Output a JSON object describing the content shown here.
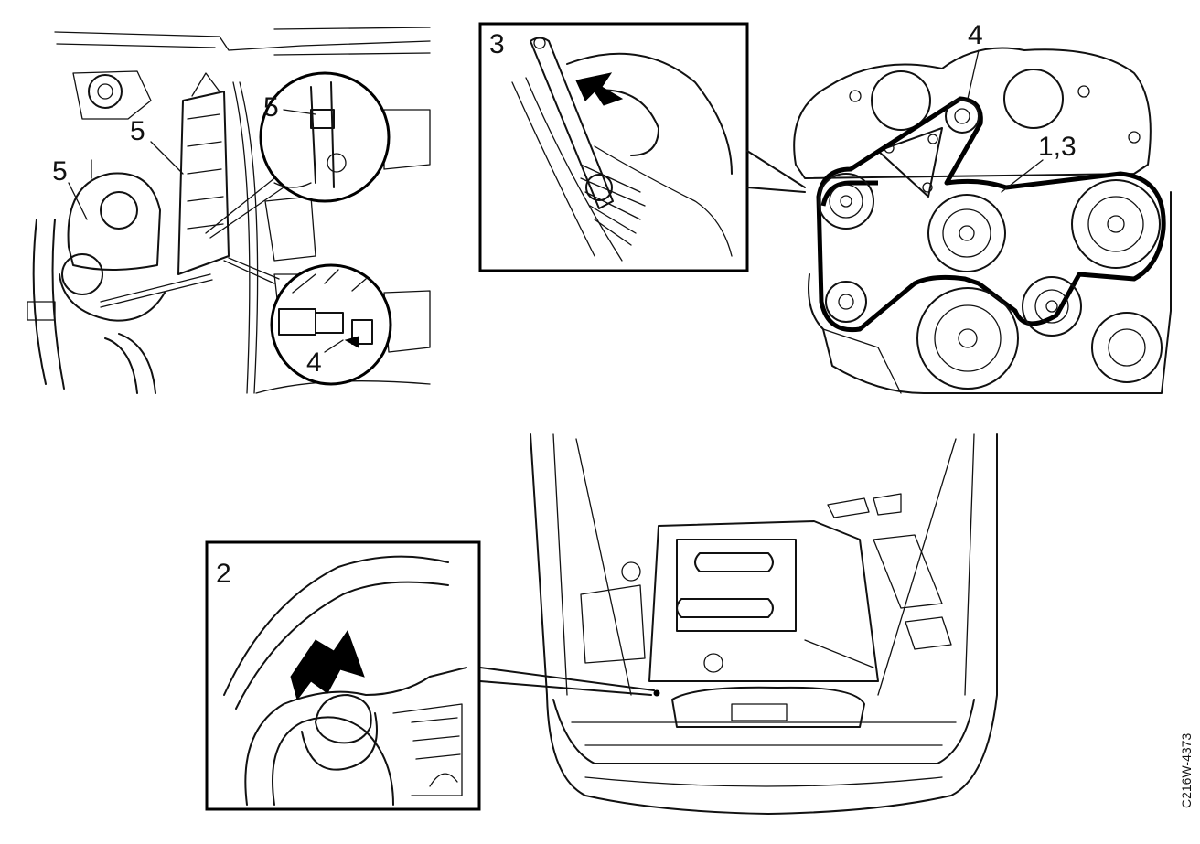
{
  "figure": {
    "reference_code": "C216W-4373"
  },
  "callouts": {
    "engine_bay": {
      "c5_a": "5",
      "c5_b": "5",
      "c5_c": "5",
      "c4": "4"
    },
    "inset_3": {
      "label": "3"
    },
    "belt_routing": {
      "c4": "4",
      "c13": "1,3"
    },
    "inset_2": {
      "label": "2"
    }
  }
}
